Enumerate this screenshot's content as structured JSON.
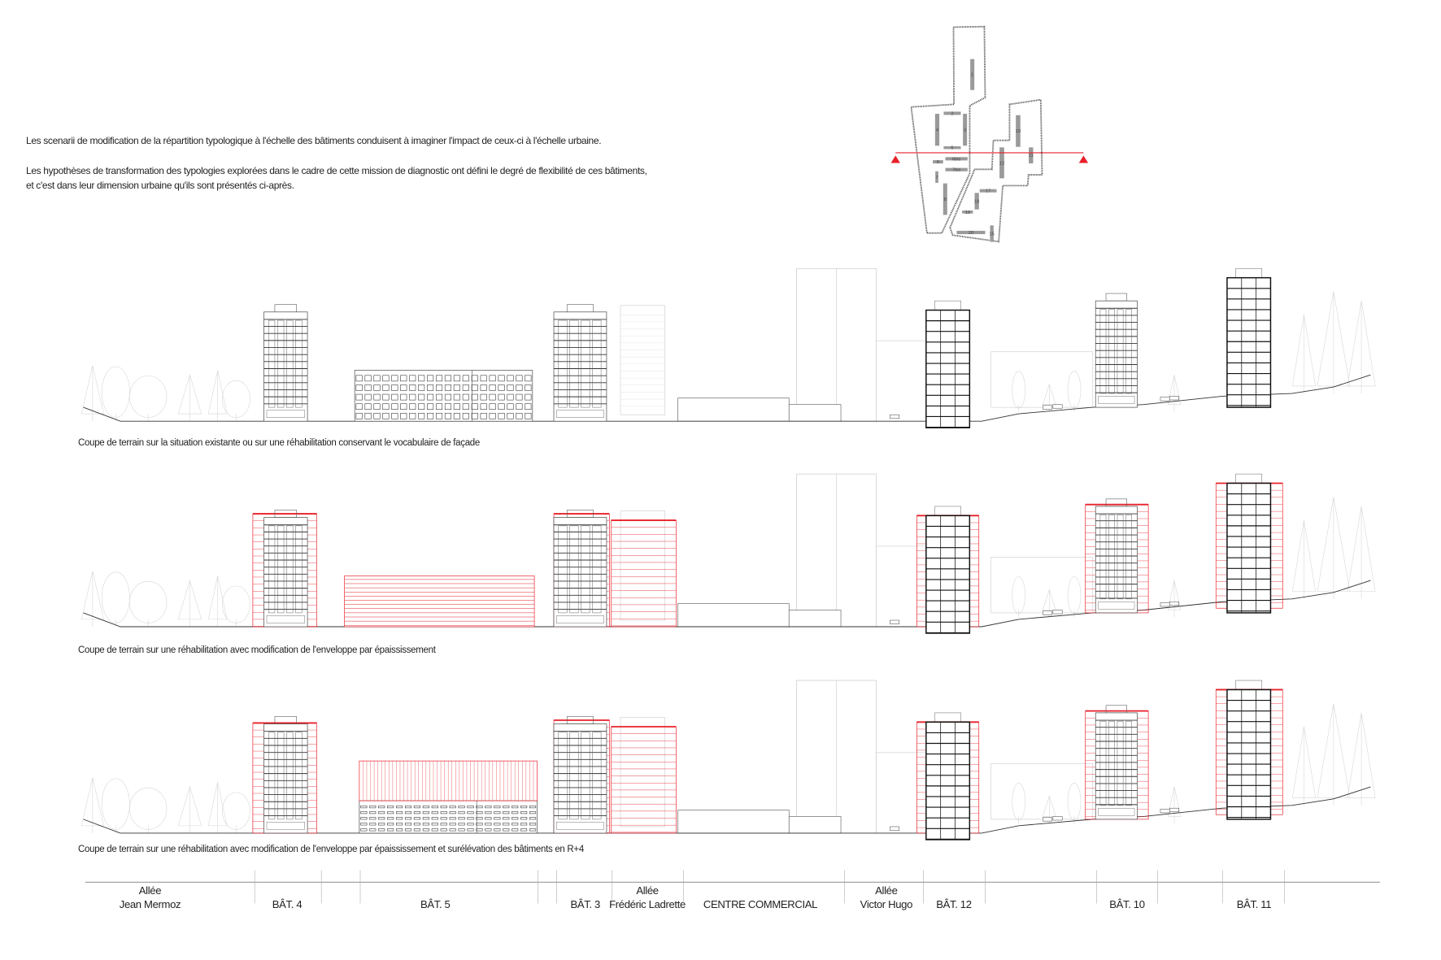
{
  "intro": {
    "line1": "Les scenarii de modification de la répartition typologique à l'échelle des bâtiments conduisent à imaginer l'impact de ceux-ci à l'échelle urbaine.",
    "line2": "Les hypothèses de transformation des typologies explorées dans le cadre de cette mission de diagnostic ont défini le degré de flexibilité de ces bâtiments,",
    "line3": "et c'est dans leur dimension urbaine qu'ils sont présentés ci-après."
  },
  "map": {
    "blocks": [
      "1",
      "2",
      "4",
      "3",
      "5",
      "6bis",
      "6",
      "7bis",
      "7",
      "8",
      "10",
      "11",
      "12",
      "17",
      "18",
      "19",
      "20",
      "15"
    ],
    "section_color": "#e8202a"
  },
  "sections": [
    {
      "caption": "Coupe de terrain sur la situation existante ou sur une réhabilitation conservant le vocabulaire de façade"
    },
    {
      "caption": "Coupe de terrain sur une réhabilitation avec modification de l'enveloppe par épaississement"
    },
    {
      "caption": "Coupe de terrain sur une réhabilitation avec modification de l'enveloppe par épaississement et surélévation des bâtiments en R+4"
    }
  ],
  "legend": {
    "jean_mermoz": {
      "l1": "Allée",
      "l2": "Jean Mermoz"
    },
    "bat4": "BÂT. 4",
    "bat5": "BÂT. 5",
    "bat3": "BÂT. 3",
    "ladrette": {
      "l1": "Allée",
      "l2": "Frédéric Ladrette"
    },
    "centre": "CENTRE COMMERCIAL",
    "victor_hugo": {
      "l1": "Allée",
      "l2": "Victor Hugo"
    },
    "bat12": "BÂT. 12",
    "bat10": "BÂT. 10",
    "bat11": "BÂT. 11"
  },
  "colors": {
    "accent_red": "#e8202a",
    "ink": "#222222",
    "ghost": "#c8c8c8"
  }
}
